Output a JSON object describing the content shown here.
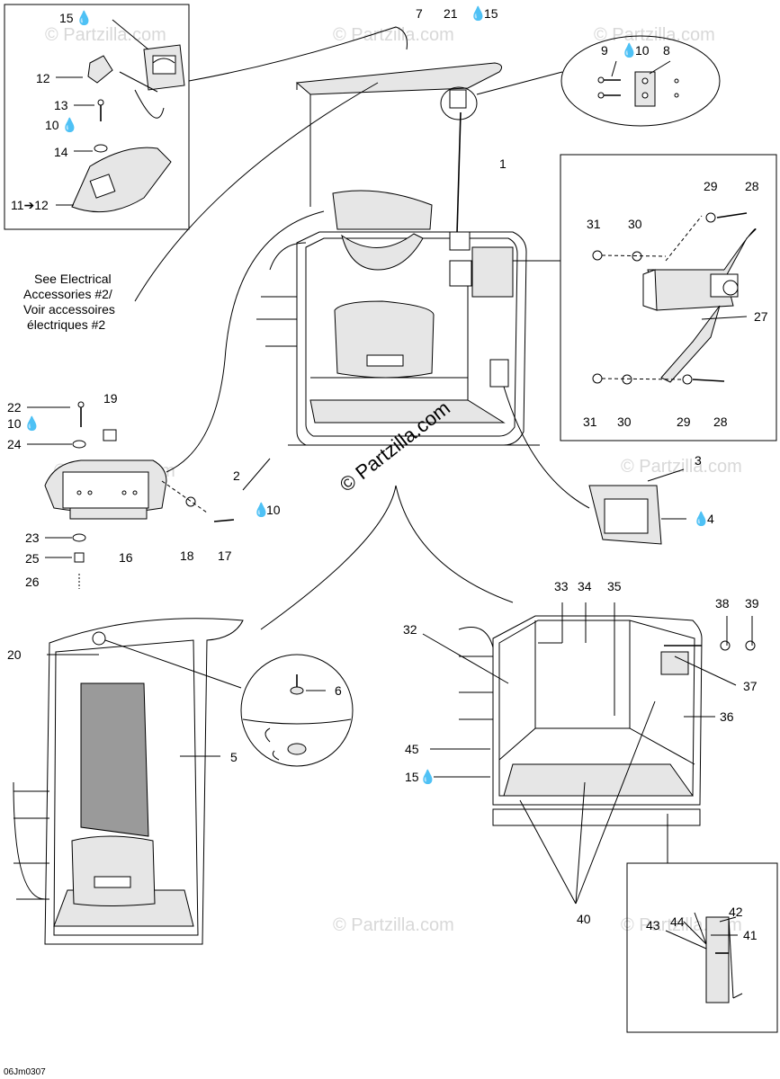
{
  "watermark_center": "© Partzilla.com",
  "watermark_faint": "© Partzilla.com",
  "drop_symbol": "💧",
  "note_lines": [
    "See Electrical",
    "Accessories #2/",
    "Voir accessoires",
    "électriques #2"
  ],
  "footer_code": "06Jm0307",
  "labels": {
    "l1": "1",
    "l2": "2",
    "l3": "3",
    "l4": "4",
    "l5": "5",
    "l6": "6",
    "l7": "7",
    "l8": "8",
    "l9": "9",
    "l10a": "10",
    "l10b": "10",
    "l10c": "10",
    "l10d": "10",
    "l11": "11➔12",
    "l12": "12",
    "l13": "13",
    "l14": "14",
    "l15a": "15",
    "l15b": "15",
    "l15c": "15",
    "l16": "16",
    "l17": "17",
    "l18": "18",
    "l19": "19",
    "l20": "20",
    "l21": "21",
    "l22": "22",
    "l23": "23",
    "l24": "24",
    "l25": "25",
    "l26": "26",
    "l27": "27",
    "l28a": "28",
    "l28b": "28",
    "l29a": "29",
    "l29b": "29",
    "l30a": "30",
    "l30b": "30",
    "l31a": "31",
    "l31b": "31",
    "l32": "32",
    "l33": "33",
    "l34": "34",
    "l35": "35",
    "l36": "36",
    "l37": "37",
    "l38": "38",
    "l39": "39",
    "l40": "40",
    "l41": "41",
    "l42": "42",
    "l43": "43",
    "l44": "44",
    "l45": "45"
  }
}
